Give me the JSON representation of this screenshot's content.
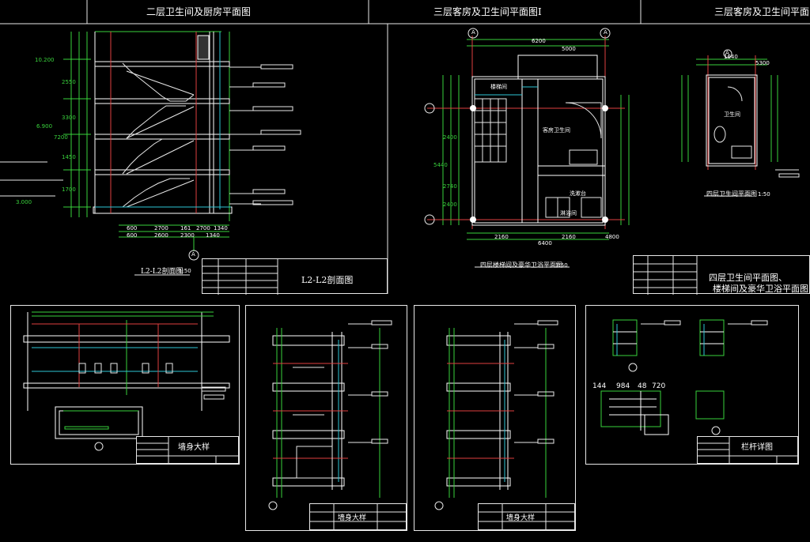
{
  "top_titles": {
    "left": "二层卫生间及厨房平面图",
    "mid": "三层客房及卫生间平面图I",
    "right": "三层客房及卫生间平面图II"
  },
  "sheet1": {
    "caption": "L2-L2剖面图",
    "title": "L2-L2剖面图",
    "scale": "1:50",
    "dims_bottom": [
      "600",
      "2700",
      "161",
      "2700",
      "1340",
      "600",
      "2600",
      "2300",
      "1340"
    ],
    "dims_left": [
      "10.200",
      "2550",
      "6.900",
      "3300",
      "1450",
      "7200",
      "3.000",
      "1700"
    ],
    "grid_axis": "A"
  },
  "sheet2": {
    "caption": "四层楼梯间及豪华卫浴平面图",
    "scale": "1:50",
    "dims_top": [
      "6200",
      "5000"
    ],
    "dims_bottom": [
      "2160",
      "6400",
      "2160",
      "4800"
    ],
    "dims_left": [
      "5440",
      "2400",
      "2740",
      "2400"
    ],
    "rooms": [
      "楼梯间",
      "客房卫生间",
      "洗漱台",
      "淋浴间"
    ],
    "grid_axis": "A"
  },
  "sheet3": {
    "caption": "四层卫生间平面图",
    "scale": "1:50",
    "title_line1": "四层卫生间平面图、",
    "title_line2": "楼梯间及豪华卫浴平面图",
    "room": "卫生间",
    "dims_top": [
      "1640",
      "5300"
    ],
    "grid_axis": "A"
  },
  "sheet4": {
    "title": "墙身大样"
  },
  "sheet5": {
    "title": "墙身大样"
  },
  "sheet6": {
    "title": "墙身大样"
  },
  "sheet7": {
    "title": "栏杆详图",
    "dims": [
      "144",
      "984",
      "48",
      "720"
    ]
  }
}
